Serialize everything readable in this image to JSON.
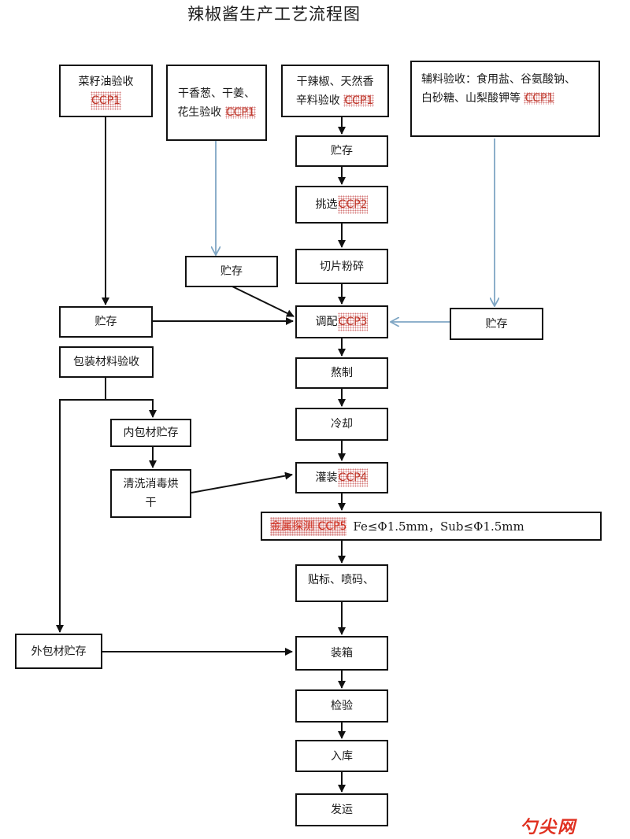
{
  "title": "辣椒酱生产工艺流程图",
  "boxes": {
    "rapeseed_oil": {
      "text": "菜籽油验收",
      "ccp": "CCP1"
    },
    "scallion_ginger_peanut": {
      "line1": "干香葱、干姜、",
      "line2": "花生验收",
      "ccp": "CCP1"
    },
    "dried_chili_spice": {
      "line1": "干辣椒、天然香",
      "line2": "辛料验收",
      "ccp": "CCP1"
    },
    "auxiliary": {
      "line1": "辅料验收：食用盐、谷氨酸钠、",
      "line2": "白砂糖、山梨酸钾等",
      "ccp": "CCP1"
    },
    "storage_main": "贮存",
    "sorting": {
      "text": "挑选",
      "ccp": "CCP2"
    },
    "slicing": "切片粉碎",
    "storage_scallion": "贮存",
    "storage_oil": "贮存",
    "blending": {
      "text": "调配",
      "ccp": "CCP3"
    },
    "storage_aux": "贮存",
    "packaging_material": "包装材料验收",
    "boiling": "熬制",
    "inner_storage": "内包材贮存",
    "cooling": "冷却",
    "clean_disinfect": {
      "line1": "清洗消毒烘",
      "line2": "干"
    },
    "filling": {
      "text": "灌装",
      "ccp": "CCP4"
    },
    "metal_detect": {
      "ccp": "金属探测 CCP5",
      "spec": "Fe≤Φ1.5mm，Sub≤Φ1.5mm"
    },
    "labeling": "贴标、喷码、",
    "outer_storage": "外包材贮存",
    "boxing": "装箱",
    "inspection": "检验",
    "warehousing": "入库",
    "shipping": "发运"
  },
  "watermark": "勺尖网",
  "colors": {
    "arrow_black": "#111111",
    "arrow_blue": "#7fa6c4",
    "ccp_red": "#c0392b"
  }
}
